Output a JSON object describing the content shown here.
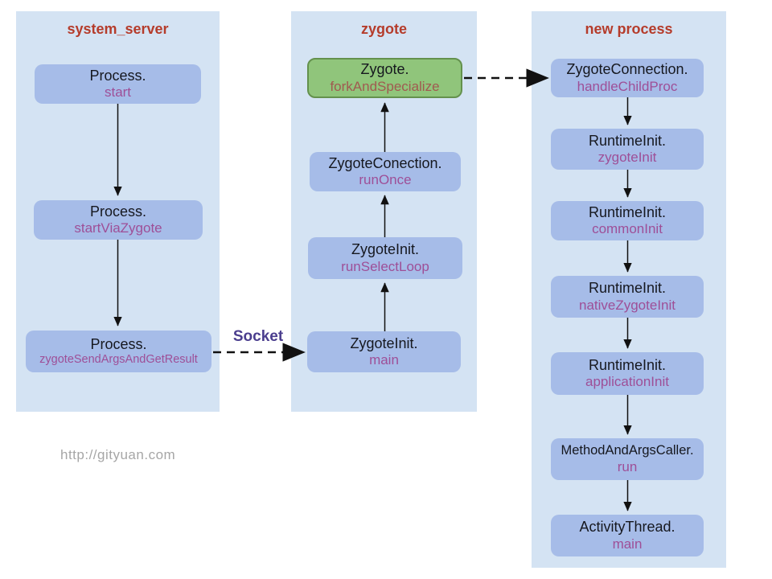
{
  "diagram": {
    "columns": [
      {
        "title": "system_server",
        "boxes": [
          {
            "class_name": "Process.",
            "method": "start"
          },
          {
            "class_name": "Process.",
            "method": "startViaZygote"
          },
          {
            "class_name": "Process.",
            "method": "zygoteSendArgsAndGetResult"
          }
        ]
      },
      {
        "title": "zygote",
        "boxes": [
          {
            "class_name": "Zygote.",
            "method": "forkAndSpecialize"
          },
          {
            "class_name": "ZygoteConection.",
            "method": "runOnce"
          },
          {
            "class_name": "ZygoteInit.",
            "method": "runSelectLoop"
          },
          {
            "class_name": "ZygoteInit.",
            "method": "main"
          }
        ]
      },
      {
        "title": "new process",
        "boxes": [
          {
            "class_name": "ZygoteConnection.",
            "method": "handleChildProc"
          },
          {
            "class_name": "RuntimeInit.",
            "method": "zygoteInit"
          },
          {
            "class_name": "RuntimeInit.",
            "method": "commonInit"
          },
          {
            "class_name": "RuntimeInit.",
            "method": "nativeZygoteInit"
          },
          {
            "class_name": "RuntimeInit.",
            "method": "applicationInit"
          },
          {
            "class_name": "MethodAndArgsCaller.",
            "method": "run"
          },
          {
            "class_name": "ActivityThread.",
            "method": "main"
          }
        ]
      }
    ],
    "labels": {
      "socket": "Socket",
      "watermark": "http://gityuan.com"
    },
    "colors": {
      "column_bg": "#d4e3f3",
      "box_bg": "#a6bce8",
      "highlight_box_bg": "#90c57b",
      "highlight_box_border": "#64914d",
      "column_title": "#b53c2b",
      "class_text": "#16181f",
      "method_text": "#9e4f97",
      "highlight_method_text": "#a05a50",
      "socket_label": "#4b3e8e",
      "watermark_text": "#a6a6a6",
      "arrow": "#111111"
    }
  }
}
